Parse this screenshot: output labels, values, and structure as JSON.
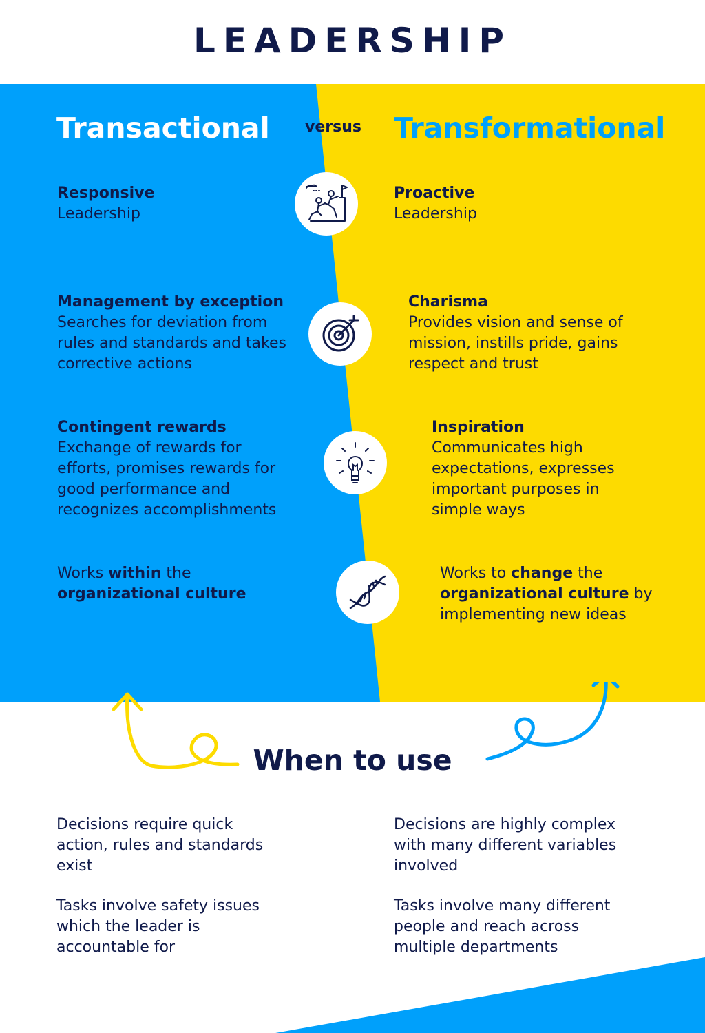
{
  "title": "LEADERSHIP",
  "colors": {
    "blue": "#00a0fb",
    "yellow": "#fddb00",
    "navy": "#101a4a",
    "white": "#ffffff"
  },
  "left_heading": "Transactional",
  "versus": "versus",
  "right_heading": "Transformational",
  "rows": [
    {
      "icon": "climbing-team-icon",
      "left": {
        "title": "Responsive",
        "text": "Leadership"
      },
      "right": {
        "title": "Proactive",
        "text": "Leadership"
      }
    },
    {
      "icon": "target-icon",
      "left": {
        "title": "Management by exception",
        "text": "Searches for deviation from rules and standards and takes corrective actions"
      },
      "right": {
        "title": "Charisma",
        "text": "Provides vision and sense of mission, instills pride, gains respect and trust"
      }
    },
    {
      "icon": "lightbulb-icon",
      "left": {
        "title": "Contingent rewards",
        "text": "Exchange of rewards for efforts, promises rewards for good performance and recognizes accomplishments"
      },
      "right": {
        "title": "Inspiration",
        "text": "Communicates high expectations, expresses important purposes in simple ways"
      }
    },
    {
      "icon": "dna-icon",
      "left": {
        "p1": "Works ",
        "b1": "within",
        "p2": " the",
        "b2": "organizational culture"
      },
      "right": {
        "p1": "Works to ",
        "b1": "change",
        "p2": " the",
        "b2": "organizational culture",
        "p3": " by implementing new ideas"
      }
    }
  ],
  "when_heading": "When to use",
  "when_left": [
    "Decisions require quick action, rules and standards exist",
    "Tasks involve safety issues which the leader is accountable for"
  ],
  "when_right": [
    "Decisions are highly complex with many different variables involved",
    "Tasks involve many different people and reach across multiple departments"
  ]
}
